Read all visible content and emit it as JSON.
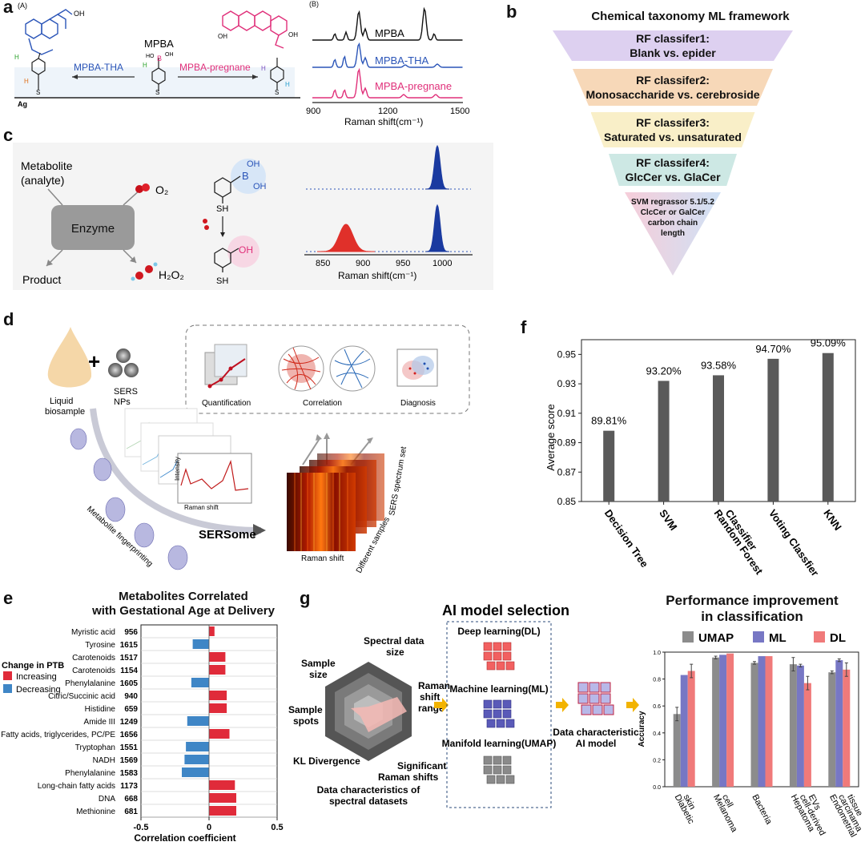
{
  "panels": {
    "a": "a",
    "b": "b",
    "c": "c",
    "d": "d",
    "e": "e",
    "f": "f",
    "g": "g"
  },
  "panel_a": {
    "sub_a": "(A)",
    "sub_b": "(B)",
    "mpba": "MPBA",
    "mpba_tha": "MPBA-THA",
    "mpba_pregnane": "MPBA-pregnane",
    "ag": "Ag",
    "spectra": [
      "MPBA",
      "MPBA-THA",
      "MPBA-pregnane"
    ],
    "x_ticks": [
      "900",
      "1200",
      "1500"
    ],
    "xlabel": "Raman shift(cm⁻¹)",
    "colors": {
      "mpba": "#111111",
      "tha": "#2b55b8",
      "preg": "#e0307a"
    }
  },
  "panel_b": {
    "title": "Chemical taxonomy ML framework",
    "rows": [
      {
        "text": [
          "RF classifer1:",
          "Blank vs. epider"
        ],
        "color": "#ddd0f0"
      },
      {
        "text": [
          "RF classifer2:",
          "Monosaccharide vs. cerebroside"
        ],
        "color": "#f7d8b8"
      },
      {
        "text": [
          "RF classifer3:",
          "Saturated vs. unsaturated"
        ],
        "color": "#f9efc8"
      },
      {
        "text": [
          "RF classifer4:",
          "GlcCer vs. GlaCer"
        ],
        "color": "#cde8e4"
      },
      {
        "text": [
          "SVM regrassor 5.1/5.2",
          "ClcCer or GalCer",
          "carbon chain",
          "length"
        ],
        "color": "#f3d6e0"
      }
    ]
  },
  "panel_c": {
    "metabolite": [
      "Metabolite",
      "(analyte)"
    ],
    "enzyme": "Enzyme",
    "product": "Product",
    "o2": "O₂",
    "h2o2": "H₂O₂",
    "oh": "OH",
    "b": "B",
    "sh": "SH",
    "x_ticks": [
      "850",
      "900",
      "950",
      "1000"
    ],
    "xlabel": "Raman shift(cm⁻¹)"
  },
  "panel_d": {
    "liquid": [
      "Liquid",
      "biosample"
    ],
    "sers_nps": [
      "SERS",
      "NPs"
    ],
    "quantification": "Quantification",
    "correlation": "Correlation",
    "diagnosis": "Diagnosis",
    "intensity": "Intensity",
    "raman_shift_small": "Raman shift",
    "fingerprinting": "Metabolite fingerprinting",
    "sersome": "SERSome",
    "raman_shift": "Raman shift",
    "spectrum_set": "SERS spectrum set",
    "different_samples": "Different samples"
  },
  "chart_data": [
    {
      "type": "bar",
      "panel": "f",
      "categories": [
        "Decision Tree",
        "SVM",
        "Random Forest Classifier",
        "Voting Classfier",
        "KNN"
      ],
      "category_lines": [
        [
          "Decision Tree"
        ],
        [
          "SVM"
        ],
        [
          "Random Forest",
          "Classifier"
        ],
        [
          "Voting Classfier"
        ],
        [
          "KNN"
        ]
      ],
      "values": [
        0.8981,
        0.932,
        0.9358,
        0.947,
        0.9509
      ],
      "data_labels": [
        "89.81%",
        "93.20%",
        "93.58%",
        "94.70%",
        "95.09%"
      ],
      "ylabel": "Average score",
      "ylim": [
        0.85,
        0.96
      ],
      "y_ticks": [
        "0.85",
        "0.87",
        "0.89",
        "0.91",
        "0.93",
        "0.95"
      ],
      "bar_color": "#5a5a5a"
    },
    {
      "type": "bar",
      "panel": "e",
      "orientation": "horizontal",
      "title": [
        "Metabolites Correlated",
        "with Gestational Age at Delivery"
      ],
      "categories": [
        "Myristic acid",
        "Tyrosine",
        "Carotenoids",
        "Carotenoids",
        "Phenylalanine",
        "Citric/Succinic acid",
        "Histidine",
        "Amide III",
        "Fatty acids, triglycerides, PC/PE",
        "Tryptophan",
        "NADH",
        "Phenylalanine",
        "Long-chain fatty acids",
        "DNA",
        "Methionine"
      ],
      "peaks": [
        "956",
        "1615",
        "1517",
        "1154",
        "1605",
        "940",
        "659",
        "1249",
        "1656",
        "1551",
        "1569",
        "1583",
        "1173",
        "668",
        "681"
      ],
      "values": [
        0.04,
        -0.12,
        0.12,
        0.12,
        -0.13,
        0.13,
        0.13,
        -0.16,
        0.15,
        -0.17,
        -0.18,
        -0.2,
        0.19,
        0.2,
        0.2
      ],
      "xlabel": "Correlation coefficient",
      "xlim": [
        -0.5,
        0.5
      ],
      "x_ticks": [
        "-0.5",
        "0",
        "0.5"
      ],
      "legend_title": "Change in PTB",
      "legend": [
        {
          "name": "Increasing",
          "color": "#e02b3a"
        },
        {
          "name": "Decreasing",
          "color": "#3f86c6"
        }
      ]
    },
    {
      "type": "bar",
      "panel": "g",
      "title": [
        "Performance improvement",
        "in classification"
      ],
      "categories": [
        "Diabetic skin",
        "Melanoma cell",
        "Bacteria",
        "Hepatoma cell-derived EVs",
        "Endometrial carcinama tissue"
      ],
      "category_lines": [
        [
          "Diabetic",
          "skin"
        ],
        [
          "Melanoma",
          "cell"
        ],
        [
          "Bacteria"
        ],
        [
          "Hepatoma",
          "cell-derived",
          "EVs"
        ],
        [
          "Endometrial",
          "carcinama",
          "tissue"
        ]
      ],
      "series": [
        {
          "name": "UMAP",
          "color": "#8c8c8c",
          "values": [
            0.54,
            0.96,
            0.92,
            0.91,
            0.85
          ],
          "errors": [
            0.05,
            0.01,
            0.01,
            0.05,
            0.01
          ]
        },
        {
          "name": "ML",
          "color": "#7777c4",
          "values": [
            0.83,
            0.98,
            0.97,
            0.9,
            0.94
          ],
          "errors": [
            0.0,
            0.0,
            0.0,
            0.01,
            0.01
          ]
        },
        {
          "name": "DL",
          "color": "#f07a7a",
          "values": [
            0.86,
            0.99,
            0.97,
            0.77,
            0.87
          ],
          "errors": [
            0.05,
            0.0,
            0.0,
            0.05,
            0.05
          ]
        }
      ],
      "ylabel": "Accuracy",
      "ylim": [
        0,
        1.0
      ],
      "y_ticks": [
        "0.0",
        "0.2",
        "0.4",
        "0.6",
        "0.8",
        "1.0"
      ]
    }
  ],
  "panel_g": {
    "radar_labels": [
      "Spectral data",
      "size",
      "Sample",
      "size",
      "Raman",
      "shift",
      "range",
      "Sample",
      "spots",
      "KL Divergence",
      "Significant",
      "Raman shifts"
    ],
    "radar_caption": [
      "Data characteristics of",
      "spectral datasets"
    ],
    "selection_title": "AI model selection",
    "dl": "Deep learning(DL)",
    "ml": "Machine learning(ML)",
    "umap": "Manifold learning(UMAP)",
    "ai_model": [
      "Data characteristic",
      "AI model"
    ]
  }
}
